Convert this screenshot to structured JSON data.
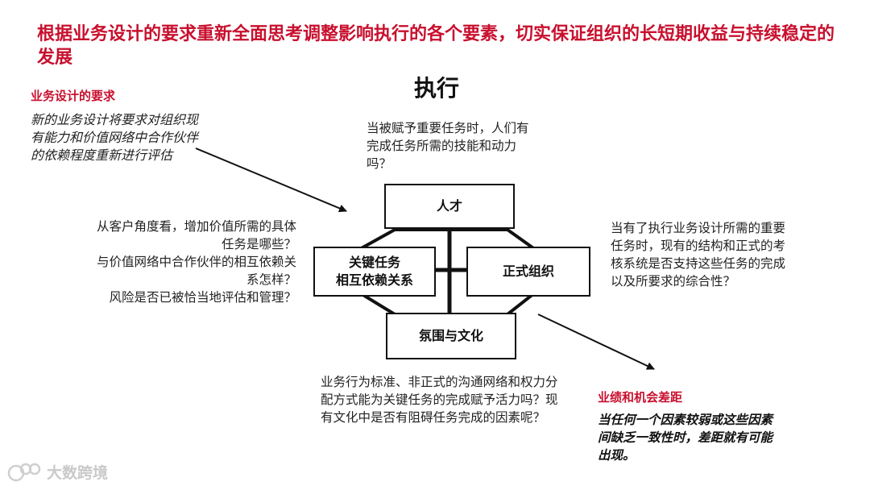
{
  "title": "根据业务设计的要求重新全面思考调整影响执行的各个要素，切实保证组织的长短期收益与持续稳定的发展",
  "left_section": {
    "heading": "业务设计的要求",
    "body": "新的业务设计将要求对组织现有能力和价值网络中合作伙伴的依赖程度重新进行评估"
  },
  "center_title": "执行",
  "top_question": "当被赋予重要任务时，人们有完成任务所需的技能和动力吗？",
  "boxes": {
    "talent": "人才",
    "key_tasks_line1": "关键任务",
    "key_tasks_line2": "相互依赖关系",
    "formal_org": "正式组织",
    "culture": "氛围与文化"
  },
  "left_questions": [
    "从客户角度看，增加价值所需的具体任务是哪些？",
    "与价值网络中合作伙伴的相互依赖关系怎样？",
    "风险是否已被恰当地评估和管理？"
  ],
  "right_question": "当有了执行业务设计所需的重要任务时，现有的结构和正式的考核系统是否支持这些任务的完成以及所要求的综合性？",
  "bottom_question": "业务行为标准、非正式的沟通网络和权力分配方式能为关键任务的完成赋予活力吗？现有文化中是否有阻碍任务完成的因素呢？",
  "gap_section": {
    "heading": "业绩和机会差距",
    "body": "当任何一个因素较弱或这些因素间缺乏一致性时，差距就有可能出现。"
  },
  "watermark": "大数跨境",
  "colors": {
    "accent": "#c8102e",
    "line": "#111111"
  }
}
